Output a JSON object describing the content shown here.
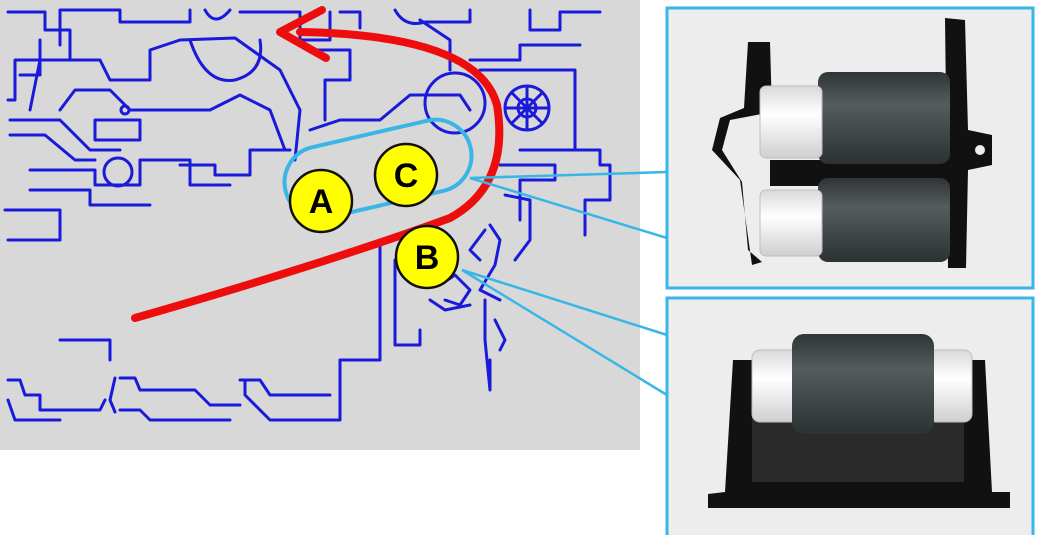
{
  "labels": {
    "a": "A",
    "b": "B",
    "c": "C"
  },
  "colors": {
    "schematic_background": "#d8d8d8",
    "schematic_line": "#1a1adb",
    "paper_path": "#ee0d0d",
    "callout": "#38b6e6",
    "label_fill": "#ffff00",
    "label_outline": "#111111",
    "photo_background": "#ededed",
    "roller_rubber": "#3e4446",
    "frame_black": "#111111",
    "bushing_white": "#f4f4f4"
  }
}
